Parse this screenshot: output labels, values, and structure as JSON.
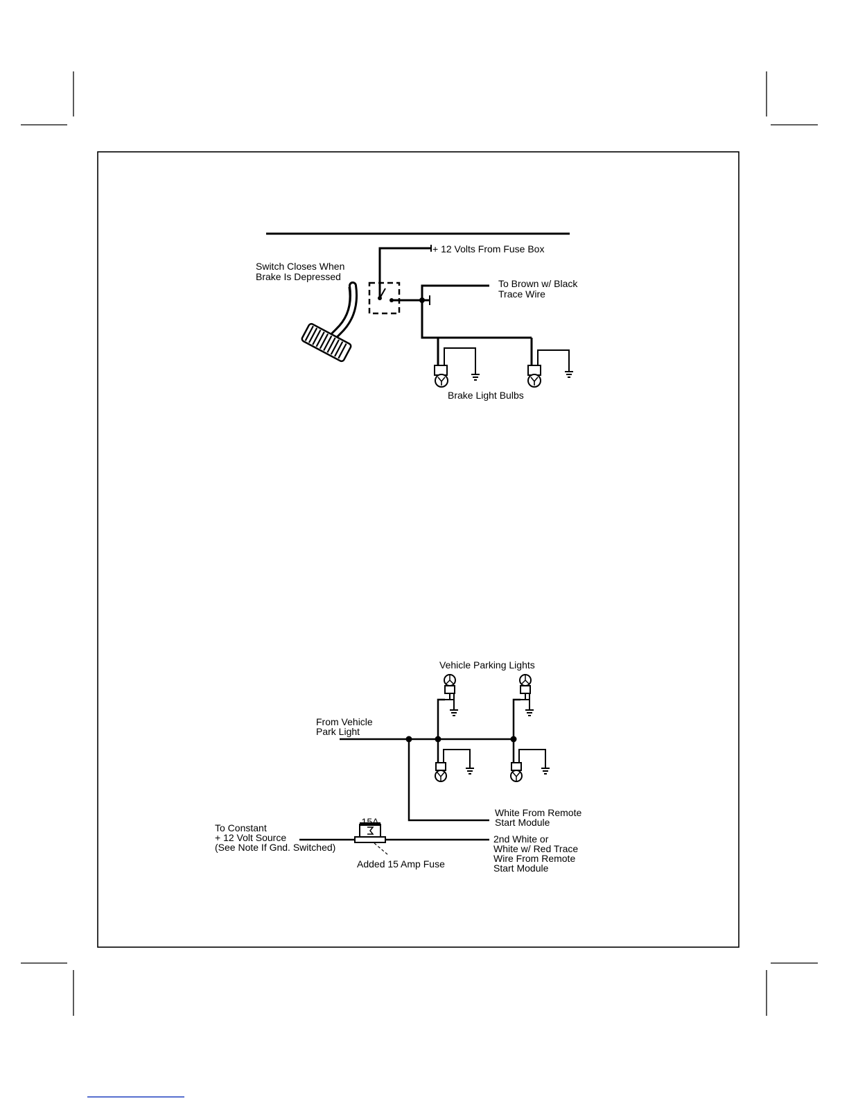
{
  "brake_diagram": {
    "label_switch_line1": "Switch Closes When",
    "label_switch_line2": "Brake Is Depressed",
    "label_fuse_box": "+ 12 Volts From Fuse Box",
    "label_brown_line1": "To Brown w/ Black",
    "label_brown_line2": "Trace Wire",
    "label_bulbs": "Brake Light Bulbs"
  },
  "parking_diagram": {
    "label_parking_lights": "Vehicle Parking Lights",
    "label_from_vehicle_line1": "From Vehicle",
    "label_from_vehicle_line2": "Park Light",
    "label_white_line1": "White From Remote",
    "label_white_line2": "Start Module",
    "label_constant_line1": "To Constant",
    "label_constant_line2": "+ 12 Volt Source",
    "label_constant_line3": "(See Note If Gnd. Switched)",
    "label_fuse": "Added 15 Amp Fuse",
    "fuse_value": "15A",
    "label_second_white_line1": "2nd White or",
    "label_second_white_line2": "White w/ Red  Trace",
    "label_second_white_line3": "Wire From Remote",
    "label_second_white_line4": "Start Module"
  },
  "colors": {
    "ink": "#000000",
    "paper": "#ffffff",
    "bottom_rule": "#1f3fbf"
  }
}
